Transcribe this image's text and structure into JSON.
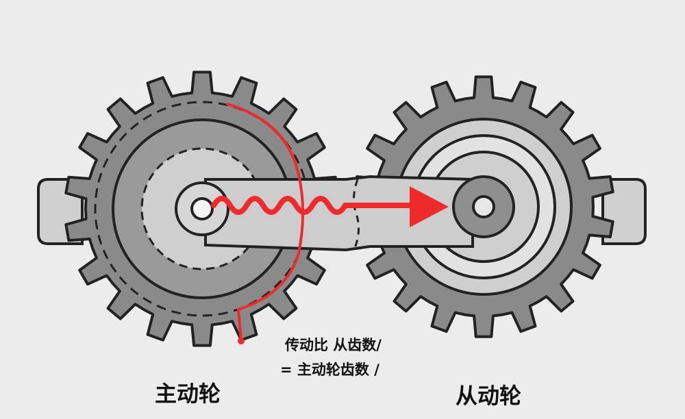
{
  "labels": {
    "driving_gear": "主动轮",
    "driven_gear": "从动轮"
  },
  "formula": {
    "line1": "传动比 从齿数/",
    "line2": "= 主动轮齿数 /"
  },
  "colors": {
    "background": "#ececec",
    "gear_dark": "#8a8a8a",
    "gear_light": "#cfcfcf",
    "outline": "#222222",
    "arrow": "#ee2a2a"
  }
}
